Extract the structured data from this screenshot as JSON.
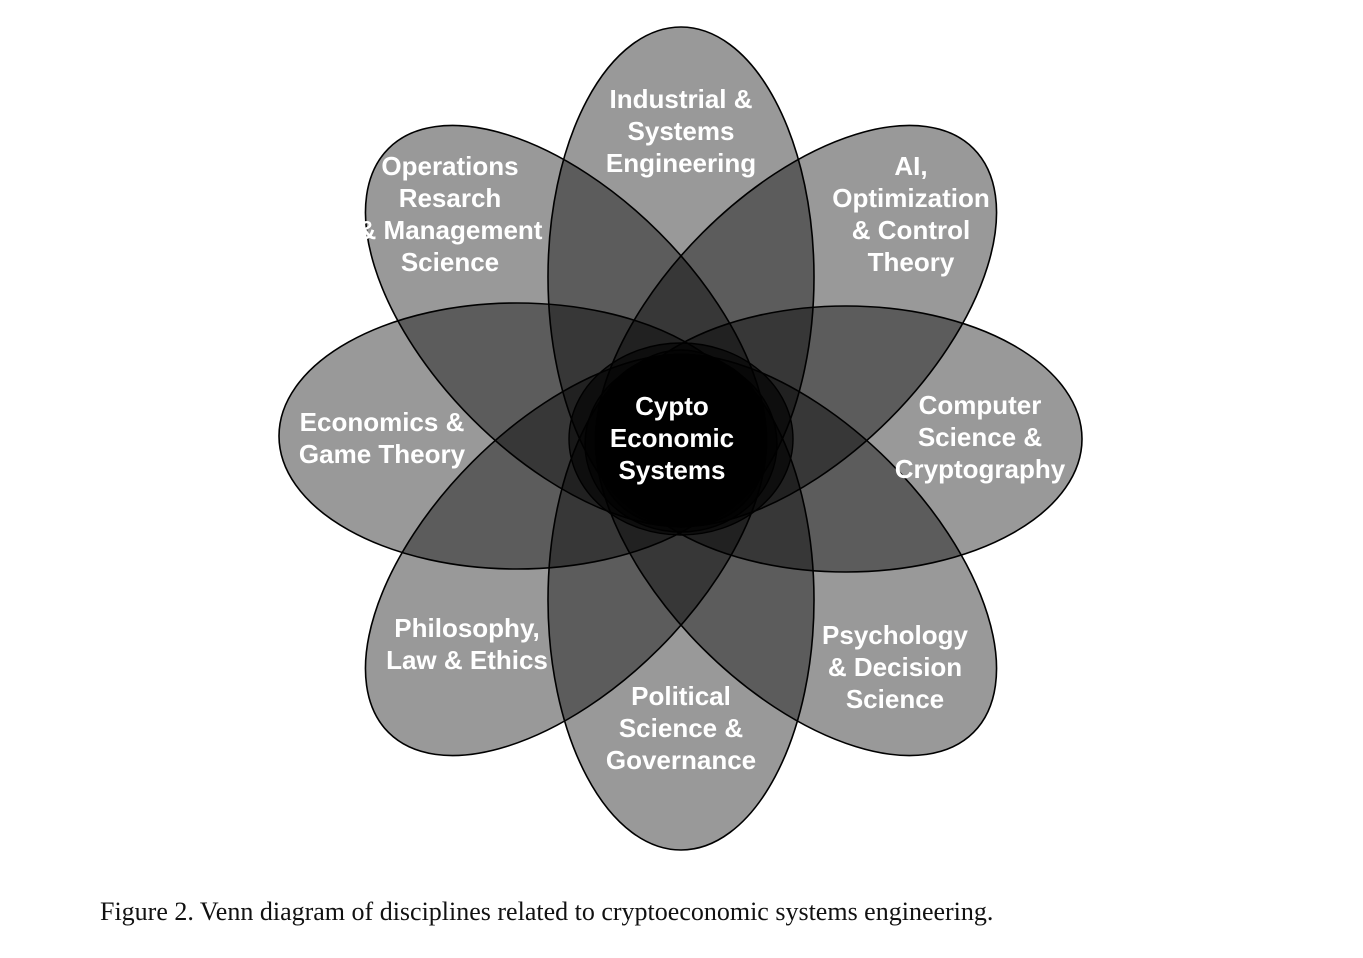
{
  "diagram": {
    "type": "venn",
    "center_label": [
      "Cypto",
      "Economic",
      "Systems"
    ],
    "sets": [
      {
        "id": "industrial",
        "lines": [
          "Industrial &",
          "Systems",
          "Engineering"
        ]
      },
      {
        "id": "ai",
        "lines": [
          "AI,",
          "Optimization",
          "& Control",
          "Theory"
        ]
      },
      {
        "id": "computer-science",
        "lines": [
          "Computer",
          "Science &",
          "Cryptography"
        ]
      },
      {
        "id": "psychology",
        "lines": [
          "Psychology",
          "& Decision",
          "Science"
        ]
      },
      {
        "id": "political",
        "lines": [
          "Political",
          "Science &",
          "Governance"
        ]
      },
      {
        "id": "philosophy",
        "lines": [
          "Philosophy,",
          "Law & Ethics"
        ]
      },
      {
        "id": "economics",
        "lines": [
          "Economics &",
          "Game Theory"
        ]
      },
      {
        "id": "operations",
        "lines": [
          "Operations",
          "Resarch",
          "& Management",
          "Science"
        ]
      }
    ]
  },
  "caption": {
    "text": "Figure 2.  Venn diagram of disciplines related to cryptoeconomic systems engineering."
  }
}
